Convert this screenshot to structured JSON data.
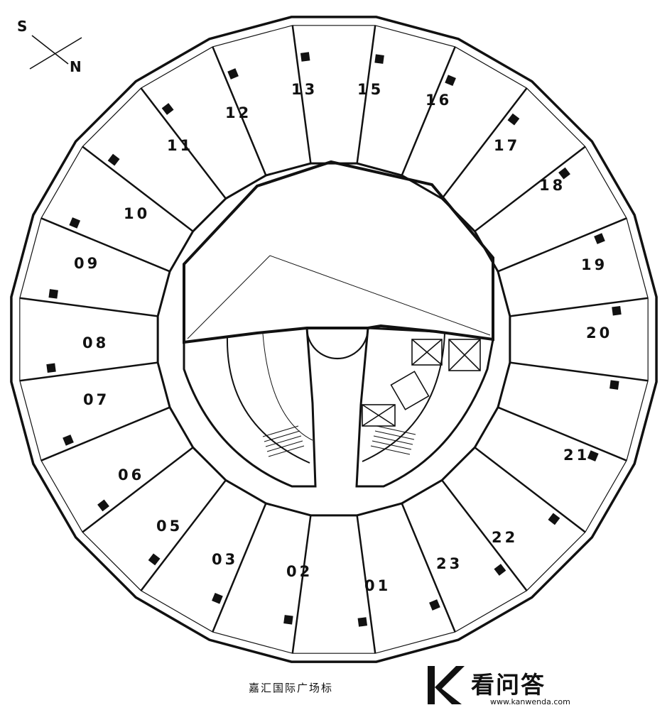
{
  "compass": {
    "south": "S",
    "north": "N"
  },
  "units": [
    {
      "label": "01"
    },
    {
      "label": "02"
    },
    {
      "label": "03"
    },
    {
      "label": "05"
    },
    {
      "label": "06"
    },
    {
      "label": "07"
    },
    {
      "label": "08"
    },
    {
      "label": "09"
    },
    {
      "label": "10"
    },
    {
      "label": "11"
    },
    {
      "label": "12"
    },
    {
      "label": "13"
    },
    {
      "label": "15"
    },
    {
      "label": "16"
    },
    {
      "label": "17"
    },
    {
      "label": "18"
    },
    {
      "label": "19"
    },
    {
      "label": "20"
    },
    {
      "label": "21"
    },
    {
      "label": "22"
    },
    {
      "label": "23"
    }
  ],
  "caption": "嘉汇国际广场标",
  "watermark": {
    "brand": "看问答",
    "url": "www.kanwenda.com"
  }
}
